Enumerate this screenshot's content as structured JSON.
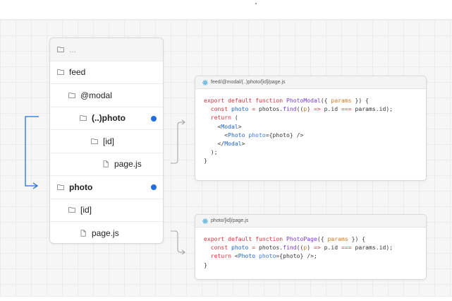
{
  "colors": {
    "accent": "#1f6fde",
    "arrow_blue": "#1f6fde",
    "arrow_gray": "#a6a6a6"
  },
  "tree": [
    {
      "label": "...",
      "icon": "folder-icon",
      "depth": 0,
      "bold": false,
      "dot": false,
      "faded": true
    },
    {
      "label": "feed",
      "icon": "folder-icon",
      "depth": 0,
      "bold": false,
      "dot": false
    },
    {
      "label": "@modal",
      "icon": "folder-icon",
      "depth": 1,
      "bold": false,
      "dot": false
    },
    {
      "label": "(..)photo",
      "icon": "folder-icon",
      "depth": 2,
      "bold": true,
      "dot": true
    },
    {
      "label": "[id]",
      "icon": "folder-icon",
      "depth": 3,
      "bold": false,
      "dot": false
    },
    {
      "label": "page.js",
      "icon": "file-icon",
      "depth": 4,
      "bold": false,
      "dot": false
    },
    {
      "label": "photo",
      "icon": "folder-icon",
      "depth": 0,
      "bold": true,
      "dot": true
    },
    {
      "label": "[id]",
      "icon": "folder-icon",
      "depth": 1,
      "bold": false,
      "dot": false
    },
    {
      "label": "page.js",
      "icon": "file-icon",
      "depth": 2,
      "bold": false,
      "dot": false
    }
  ],
  "code_blocks": [
    {
      "filename": "feed/@modal/(..)photo/[id]/page.js",
      "icon": "react-icon",
      "lines": [
        [
          [
            "kw",
            "export"
          ],
          [
            "t",
            " "
          ],
          [
            "kw",
            "default"
          ],
          [
            "t",
            " "
          ],
          [
            "kw",
            "function"
          ],
          [
            "t",
            " "
          ],
          [
            "fn",
            "PhotoModal"
          ],
          [
            "t",
            "({ "
          ],
          [
            "pa",
            "params"
          ],
          [
            "t",
            " }) {"
          ]
        ],
        [
          [
            "t",
            "  "
          ],
          [
            "kw",
            "const"
          ],
          [
            "t",
            " "
          ],
          [
            "tg",
            "photo"
          ],
          [
            "t",
            " "
          ],
          [
            "kw",
            "="
          ],
          [
            "t",
            " photos."
          ],
          [
            "fn",
            "find"
          ],
          [
            "t",
            "(("
          ],
          [
            "pa",
            "p"
          ],
          [
            "t",
            ") "
          ],
          [
            "kw",
            "=>"
          ],
          [
            "t",
            " p.id "
          ],
          [
            "kw",
            "==="
          ],
          [
            "t",
            " params.id);"
          ]
        ],
        [
          [
            "t",
            "  "
          ],
          [
            "kw",
            "return"
          ],
          [
            "t",
            " ("
          ]
        ],
        [
          [
            "t",
            "    <"
          ],
          [
            "tg",
            "Modal"
          ],
          [
            "t",
            ">"
          ]
        ],
        [
          [
            "t",
            "      <"
          ],
          [
            "tg",
            "Photo"
          ],
          [
            "t",
            " "
          ],
          [
            "at",
            "photo"
          ],
          [
            "t",
            "={photo} />"
          ]
        ],
        [
          [
            "t",
            "    </"
          ],
          [
            "tg",
            "Modal"
          ],
          [
            "t",
            ">"
          ]
        ],
        [
          [
            "t",
            "  );"
          ]
        ],
        [
          [
            "t",
            "}"
          ]
        ]
      ]
    },
    {
      "filename": "photo/[id]/page.js",
      "icon": "react-icon",
      "lines": [
        [
          [
            "kw",
            "export"
          ],
          [
            "t",
            " "
          ],
          [
            "kw",
            "default"
          ],
          [
            "t",
            " "
          ],
          [
            "kw",
            "function"
          ],
          [
            "t",
            " "
          ],
          [
            "fn",
            "PhotoPage"
          ],
          [
            "t",
            "({ "
          ],
          [
            "pa",
            "params"
          ],
          [
            "t",
            " }) {"
          ]
        ],
        [
          [
            "t",
            "  "
          ],
          [
            "kw",
            "const"
          ],
          [
            "t",
            " "
          ],
          [
            "tg",
            "photo"
          ],
          [
            "t",
            " "
          ],
          [
            "kw",
            "="
          ],
          [
            "t",
            " photos."
          ],
          [
            "fn",
            "find"
          ],
          [
            "t",
            "(("
          ],
          [
            "pa",
            "p"
          ],
          [
            "t",
            ") "
          ],
          [
            "kw",
            "=>"
          ],
          [
            "t",
            " p.id "
          ],
          [
            "kw",
            "==="
          ],
          [
            "t",
            " params.id);"
          ]
        ],
        [
          [
            "t",
            "  "
          ],
          [
            "kw",
            "return"
          ],
          [
            "t",
            " <"
          ],
          [
            "tg",
            "Photo"
          ],
          [
            "t",
            " "
          ],
          [
            "at",
            "photo"
          ],
          [
            "t",
            "={photo} />;"
          ]
        ],
        [
          [
            "t",
            "}"
          ]
        ]
      ]
    }
  ]
}
